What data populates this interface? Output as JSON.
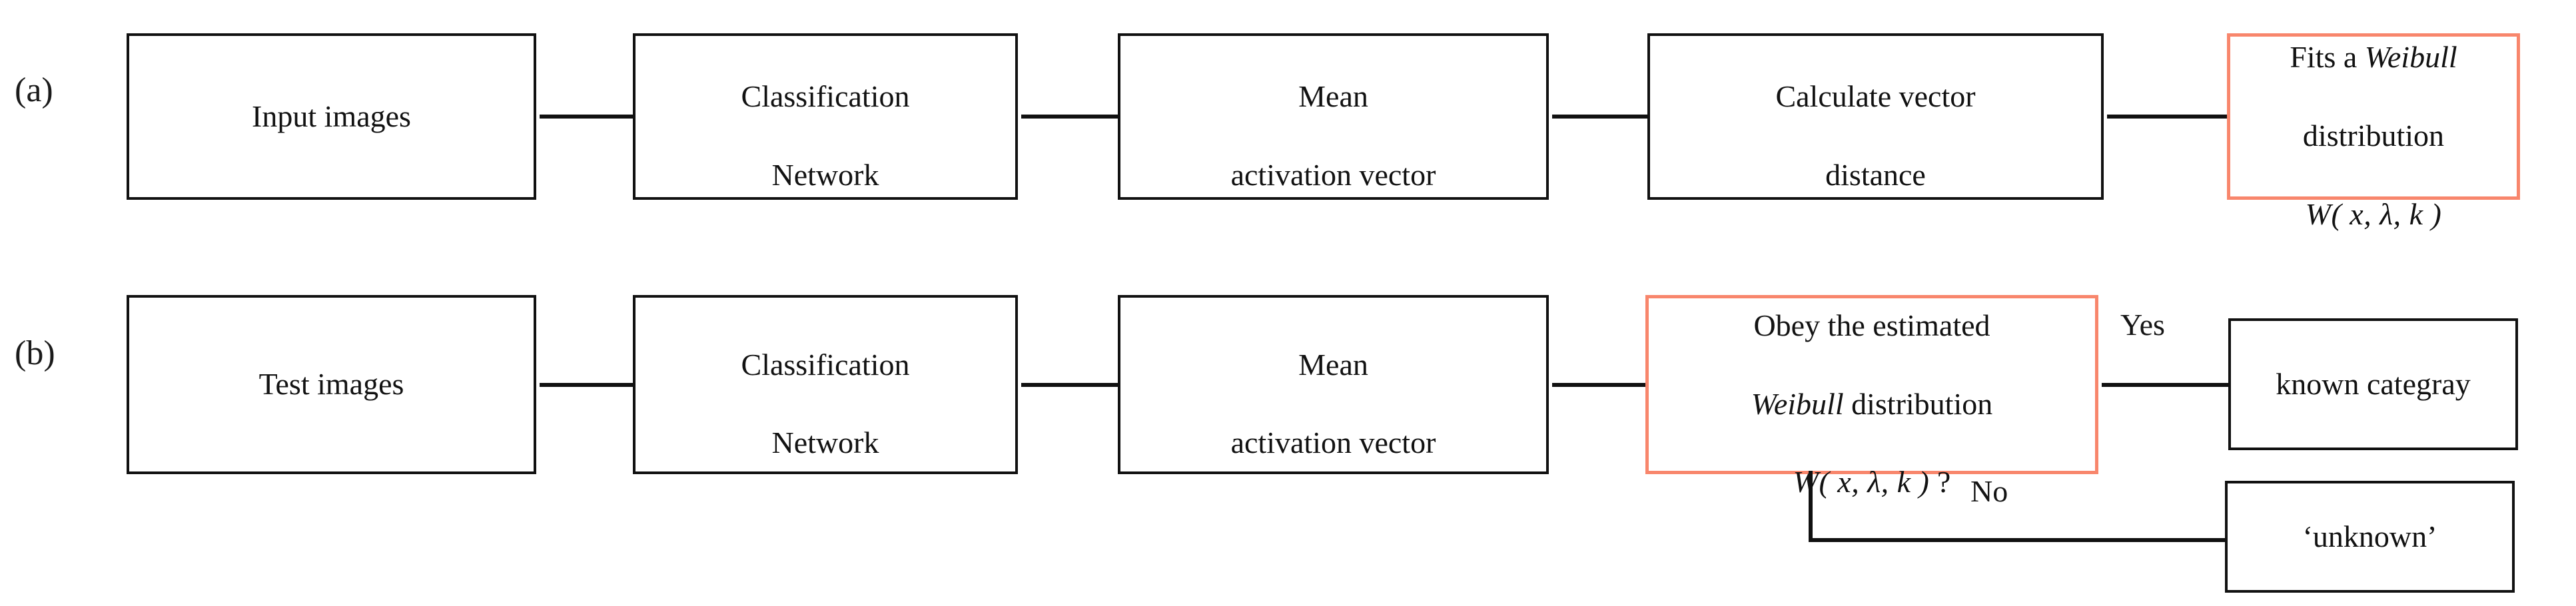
{
  "figure": {
    "type": "flowchart",
    "accent_color": "#f8866c",
    "line_color": "#111111",
    "background": "#ffffff"
  },
  "panels": {
    "a": {
      "label": "(a)"
    },
    "b": {
      "label": "(b)"
    }
  },
  "row_a": {
    "nodes": [
      {
        "id": "input-images",
        "text": "Input images"
      },
      {
        "id": "classification-network",
        "line1": "Classification",
        "line2": "Network"
      },
      {
        "id": "mean-activation-vector",
        "line1": "Mean",
        "line2": "activation vector"
      },
      {
        "id": "calculate-vector-distance",
        "line1": "Calculate vector",
        "line2": "distance"
      },
      {
        "id": "fits-weibull",
        "line1_pre": "Fits  a ",
        "line1_em": "Weibull",
        "line2": "distribution",
        "formula_w": "W",
        "formula_args": "( x, λ, k )"
      }
    ]
  },
  "row_b": {
    "nodes": [
      {
        "id": "test-images",
        "text": "Test images"
      },
      {
        "id": "classification-network",
        "line1": "Classification",
        "line2": "Network"
      },
      {
        "id": "mean-activation-vector",
        "line1": "Mean",
        "line2": "activation vector"
      },
      {
        "id": "obey-weibull-decision",
        "line1": "Obey the estimated",
        "line2_em": "Weibull",
        "line2_rest": " distribution",
        "formula_w": "W",
        "formula_args": "( x, λ, k )",
        "formula_q": " ?"
      },
      {
        "id": "known-category",
        "text": "known categray"
      },
      {
        "id": "unknown",
        "text": "‘unknown’"
      }
    ],
    "branches": {
      "yes": "Yes",
      "no": "No"
    }
  }
}
